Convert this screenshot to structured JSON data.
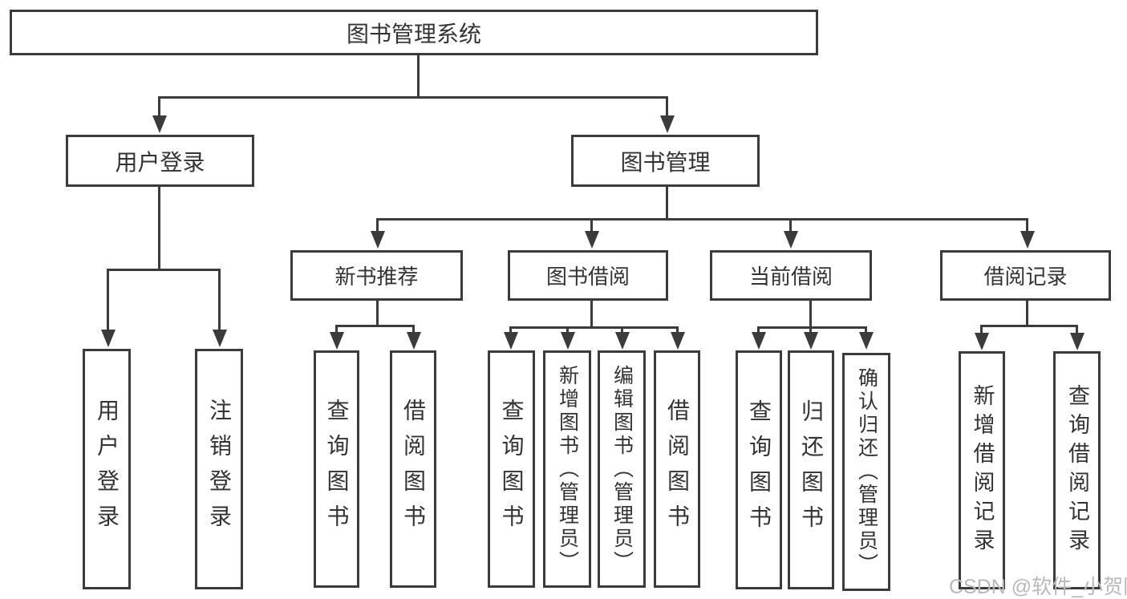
{
  "tree": {
    "root": {
      "label": "图书管理系统"
    },
    "branches": [
      {
        "label": "用户登录",
        "children": [
          {
            "label": "用户登录"
          },
          {
            "label": "注销登录"
          }
        ]
      },
      {
        "label": "图书管理",
        "sections": [
          {
            "label": "新书推荐",
            "children": [
              {
                "label": "查询图书"
              },
              {
                "label": "借阅图书"
              }
            ]
          },
          {
            "label": "图书借阅",
            "children": [
              {
                "label": "查询图书"
              },
              {
                "label": "新增图书（管理员）"
              },
              {
                "label": "编辑图书（管理员）"
              },
              {
                "label": "借阅图书"
              }
            ]
          },
          {
            "label": "当前借阅",
            "children": [
              {
                "label": "查询图书"
              },
              {
                "label": "归还图书"
              },
              {
                "label": "确认归还（管理员）"
              }
            ]
          },
          {
            "label": "借阅记录",
            "children": [
              {
                "label": "新增借阅记录"
              },
              {
                "label": "查询借阅记录"
              }
            ]
          }
        ]
      }
    ]
  },
  "watermark": {
    "text": "CSDN @软件_小贺同学"
  },
  "colors": {
    "line": "#3b3b3b",
    "text": "#333333",
    "watermark": "#b9b9b9",
    "background": "#ffffff"
  }
}
